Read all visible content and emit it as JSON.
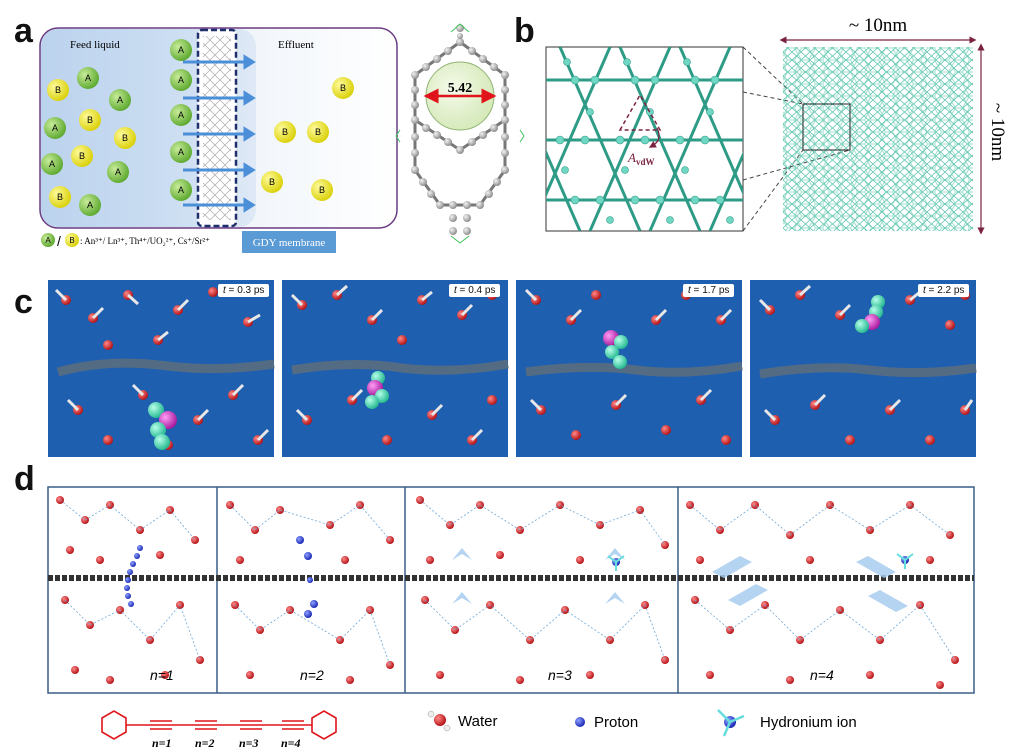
{
  "panels": {
    "a": {
      "letter": "a",
      "feed_label": "Feed liquid",
      "effluent_label": "Effluent",
      "membrane_label": "GDY membrane",
      "ion_A": "A",
      "ion_B": "B",
      "legend_slash": "/",
      "legend_text": ": An³⁺/ Ln³⁺, Th⁴⁺/UO₂²⁺, Cs⁺/Sr²⁺",
      "pore_size": "5.42"
    },
    "b": {
      "letter": "b",
      "width_label": "~ 10nm",
      "height_label": "~ 10nm",
      "avdw_main": "A",
      "avdw_sub": "vdW"
    },
    "c": {
      "letter": "c",
      "times": [
        "0.3 ps",
        "0.4 ps",
        "1.7 ps",
        "2.2 ps"
      ],
      "t_symbol": "t",
      "eq": " = "
    },
    "d": {
      "letter": "d",
      "frames": [
        "n=1",
        "n=2",
        "n=3",
        "n=4"
      ],
      "chain_labels": [
        "n=1",
        "n=2",
        "n=3",
        "n=4"
      ],
      "legend": {
        "water": "Water",
        "proton": "Proton",
        "hydronium": "Hydronium ion"
      }
    }
  },
  "colors": {
    "ion_A": "#7cc34a",
    "ion_B": "#f2ee2a",
    "md_blue": "#1f5fb0",
    "oxygen": "#d7161b",
    "proton": "#1a2fd0",
    "gdy_atom": "#6fd7c3",
    "arrow": "#4a8fd8"
  }
}
